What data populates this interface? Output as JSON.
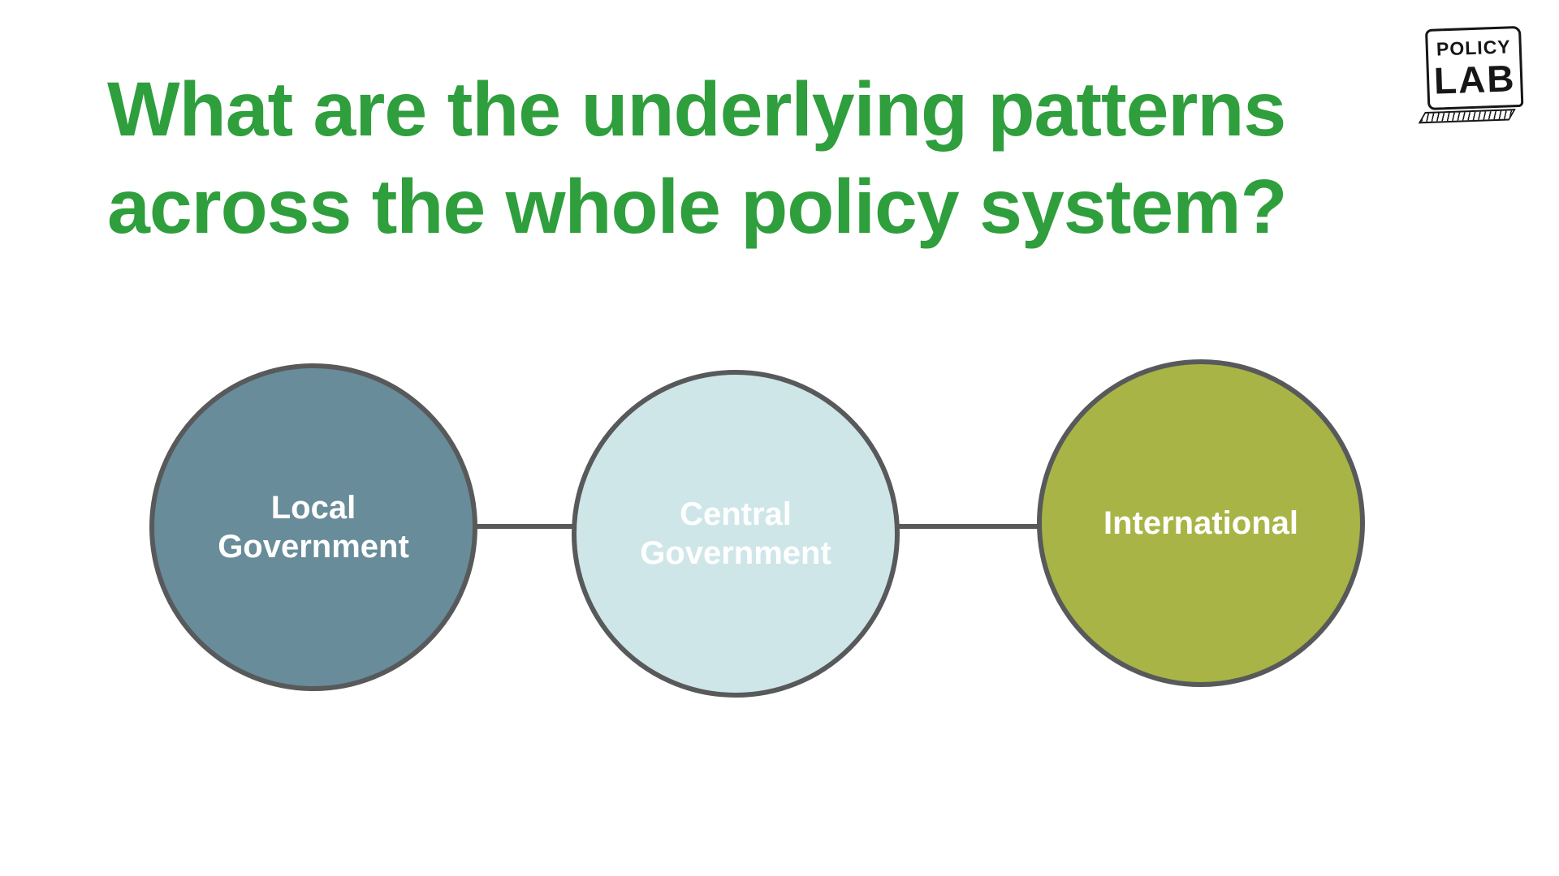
{
  "slide": {
    "title_lines": [
      "What are the underlying patterns",
      "across the whole policy system?"
    ],
    "title_color": "#2f9e3c",
    "background_color": "#ffffff"
  },
  "logo": {
    "line1": "POLICY",
    "line2": "LAB"
  },
  "diagram": {
    "nodes": [
      {
        "label": "Local Government",
        "color": "#688c99",
        "text_color": "#ffffff"
      },
      {
        "label": "Central Government",
        "color": "#cfe6e9",
        "text_color": "#ffffff"
      },
      {
        "label": "International",
        "color": "#a8b446",
        "text_color": "#ffffff"
      }
    ],
    "connector_color": "#58595b",
    "node_border_color": "#58595b"
  }
}
